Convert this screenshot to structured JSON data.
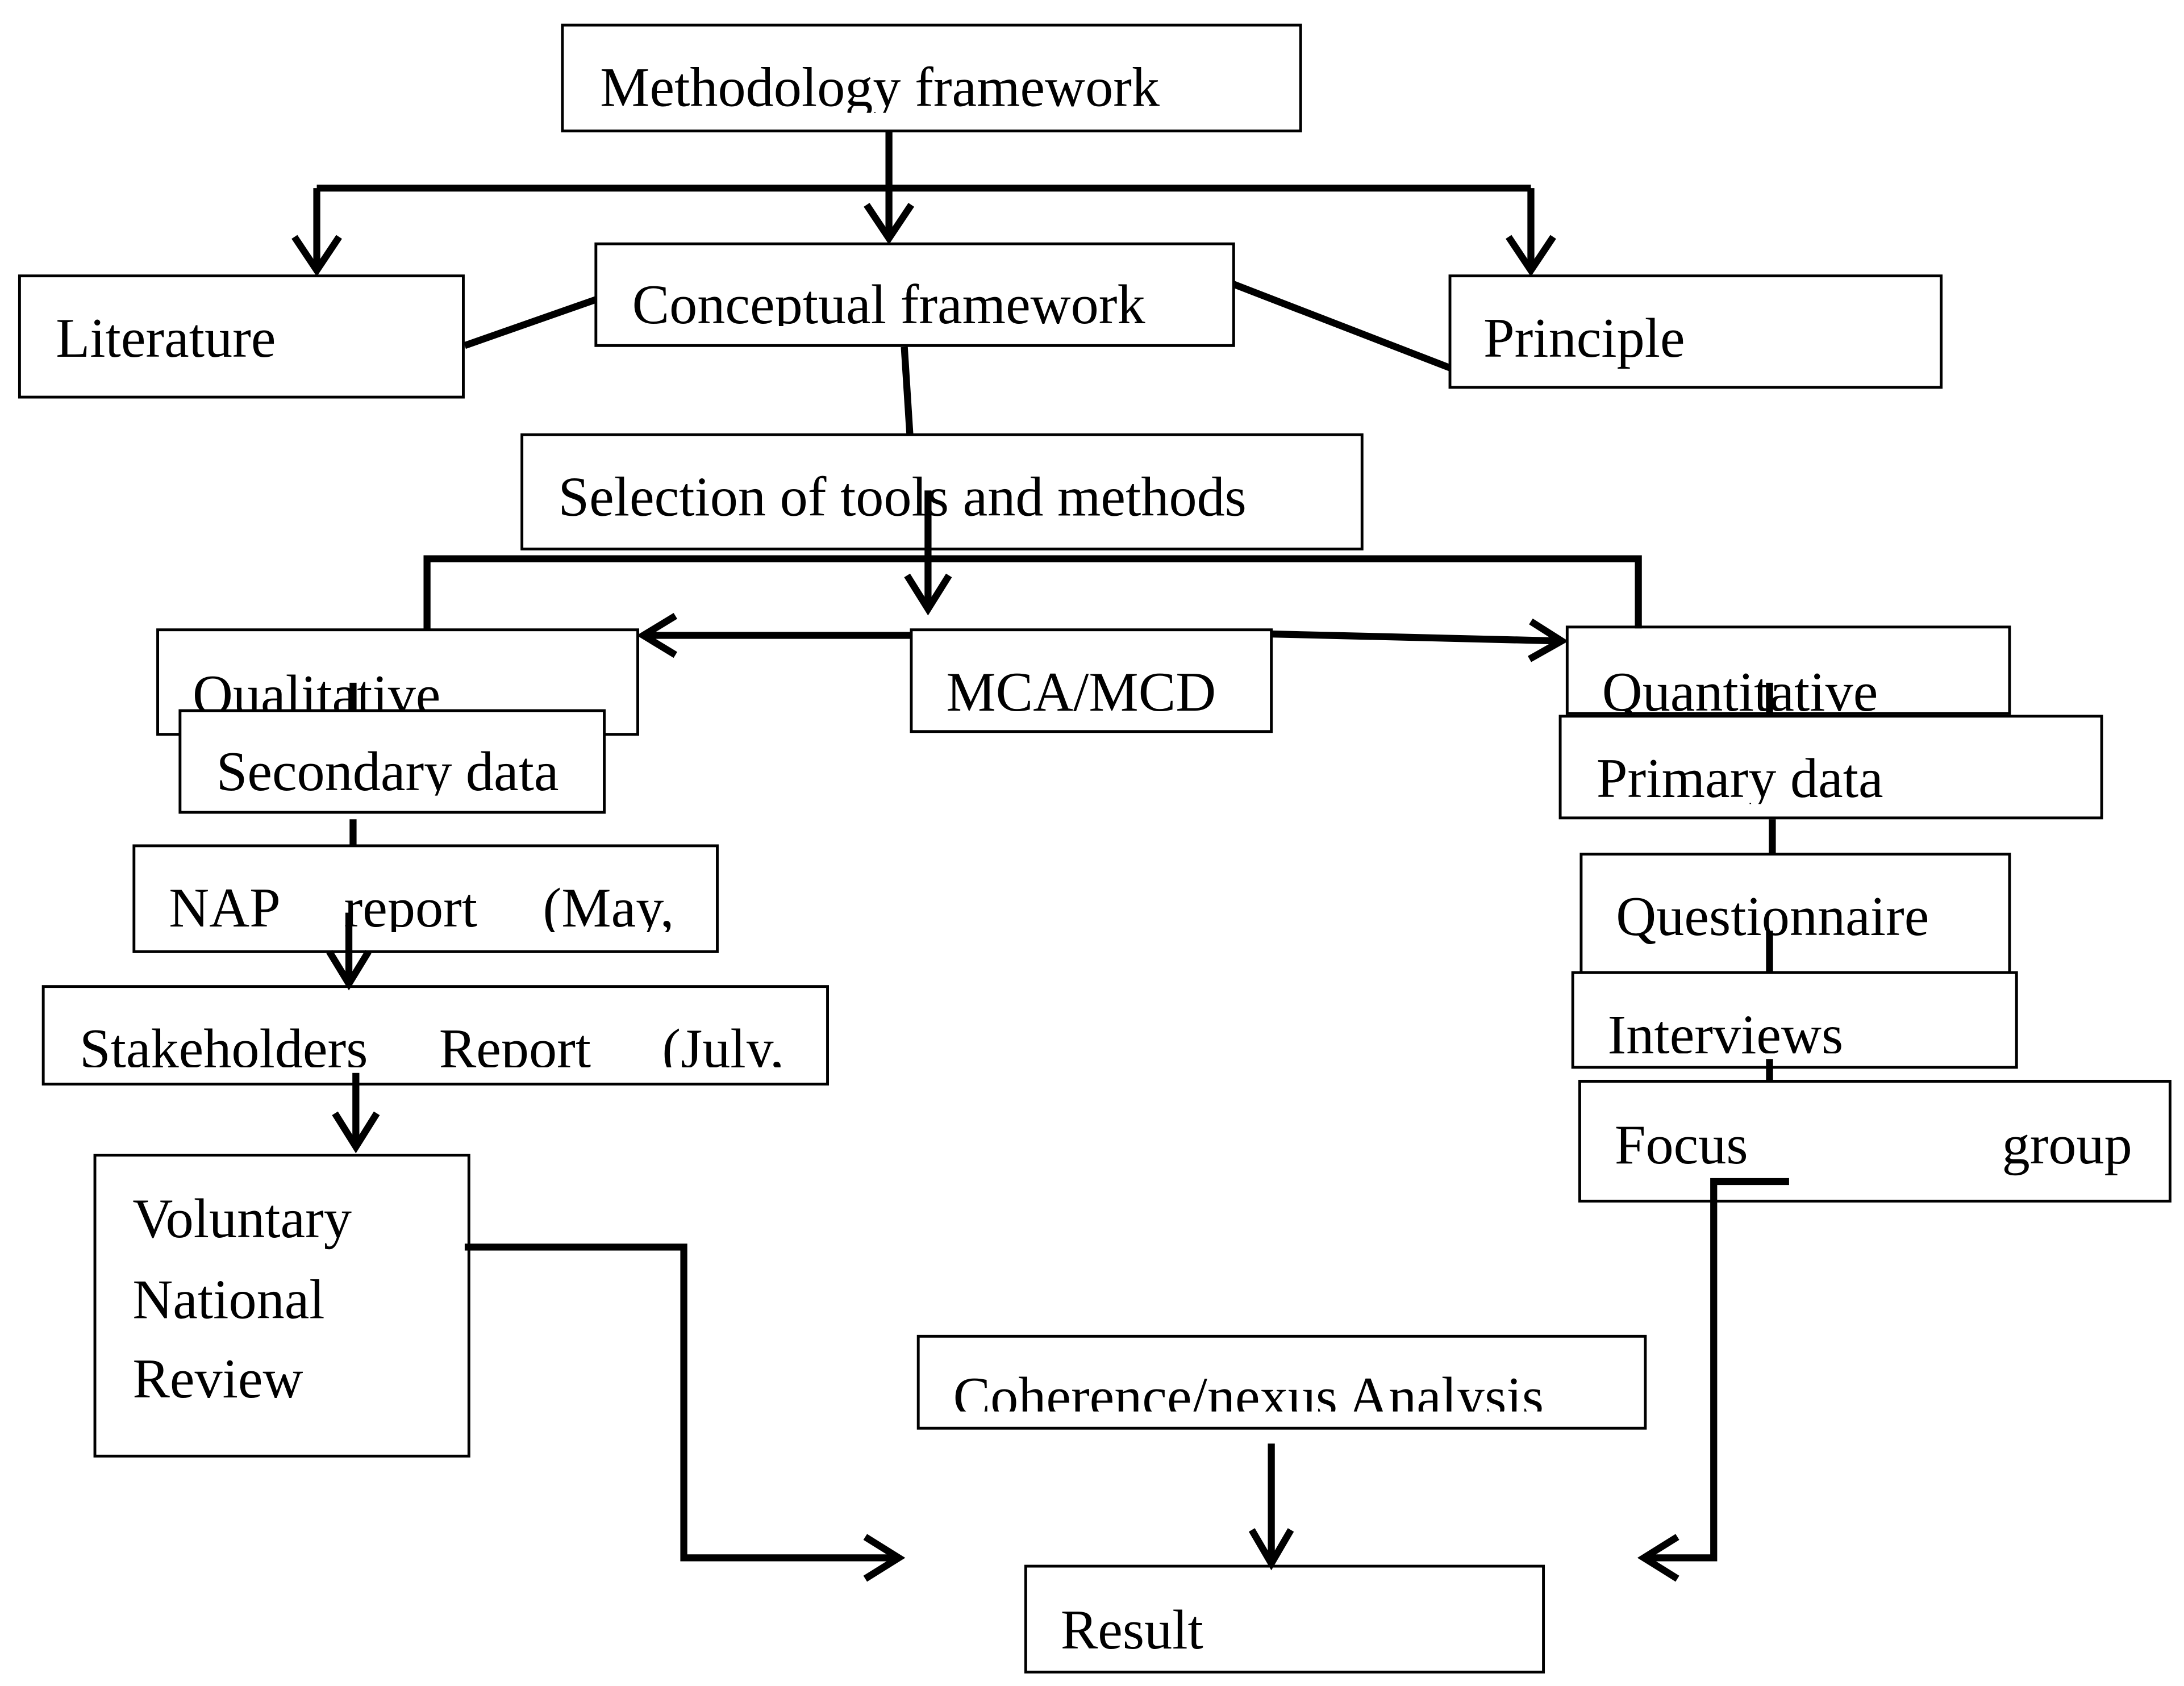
{
  "diagram": {
    "nodes": {
      "methodology": "Methodology framework",
      "literature": "Literature",
      "conceptual": "Conceptual framework",
      "principle": "Principle",
      "selection": "Selection of tools and methods",
      "qualitative": "Qualitative",
      "mca": "MCA/MCD",
      "quantitative": "Quantitative",
      "secondary": "Secondary data",
      "primary": "Primary data",
      "nap": "NAP report (May,",
      "stakeholders": "Stakeholders Report (July,",
      "vnr": [
        "Voluntary",
        "National",
        "Review"
      ],
      "questionnaire": "Questionnaire",
      "interviews": "Interviews",
      "focus": "Focus group",
      "coherence": "Coherence/nexus Analysis",
      "result": "Result"
    },
    "style": {
      "stroke": "#000000",
      "fill": "#ffffff",
      "text": "#000000"
    }
  }
}
